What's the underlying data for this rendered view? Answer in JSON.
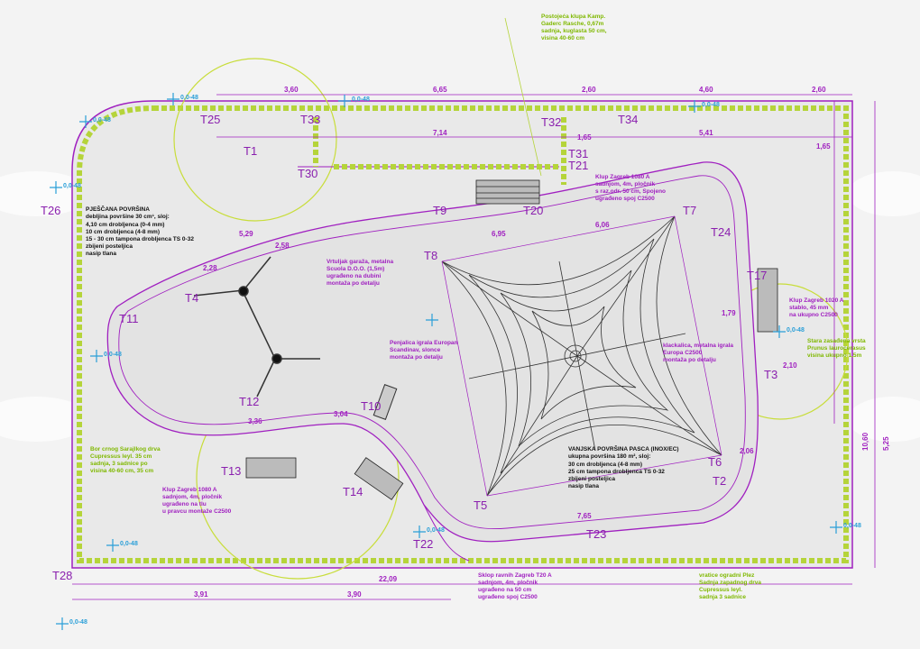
{
  "colors": {
    "boundary": "#a020c0",
    "hedge": "#b5d43a",
    "level": "#2a9fd8",
    "net": "#333333",
    "background": "#f3f3f3"
  },
  "tags": {
    "t1": "T1",
    "t2": "T2",
    "t3": "T3",
    "t4": "T4",
    "t5": "T5",
    "t6": "T6",
    "t7": "T7",
    "t8": "T8",
    "t9": "T9",
    "t10": "T10",
    "t11": "T11",
    "t12": "T12",
    "t13": "T13",
    "t14": "T14",
    "t17": "T17",
    "t20": "T20",
    "t21": "T21",
    "t22": "T22",
    "t23": "T23",
    "t24": "T24",
    "t25": "T25",
    "t26": "T26",
    "t28": "T28",
    "t30": "T30",
    "t31": "T31",
    "t32": "T32",
    "t33": "T33",
    "t34": "T34"
  },
  "dimensions": {
    "top": [
      "3,60",
      "6,65",
      "2,60",
      "4,60",
      "2,60"
    ],
    "inner_top": [
      "7,14",
      "5,41",
      "1,65"
    ],
    "bottom": [
      "22,09",
      "3,91",
      "3,90"
    ],
    "right": [
      "10,60",
      "5,25",
      "1,65"
    ],
    "misc": [
      "2,58",
      "2,28",
      "5,29",
      "6,06",
      "2,10",
      "3,36",
      "3,04",
      "7,65",
      "1,79",
      "2,06",
      "6,95"
    ]
  },
  "levels": [
    "0,0-48",
    "0,0-48",
    "0,0-48",
    "0,0-48",
    "0,0-48",
    "0,0-48",
    "0,0-48",
    "0,0-48",
    "0,0-48",
    "0,0-48",
    "0,0-48"
  ],
  "legend_sand": {
    "title": "PJEŠČANA POVRŠINA",
    "subtitle": "debljina površine 30 cm¹, sloj:",
    "items": [
      "4,10 cm drobljenca (0-4 mm)",
      "10 cm drobljenca (4-8 mm)",
      "15 - 30 cm tampona drobljenca TS 0-32",
      "zbijeni posteljica",
      "nasip tlana"
    ]
  },
  "legend_rubber": {
    "title": "VANJSKA POVRŠINA PASCA (INOX/EC)",
    "subtitle": "ukupna površina 180 m², sloj:",
    "items": [
      "30 cm drobljenca (4-8 mm)",
      "25 cm tampona drobljenca TS 0-32",
      "zbijeni posteljica",
      "nasip tlana"
    ]
  },
  "notes": {
    "top_green": [
      "Postojeća klupa Kamp.",
      "Gaderc Rasche, 0,67m",
      "sadnja, kuglasta 50 cm,",
      "visina 40-60 cm"
    ],
    "left_green": [
      "Bor crnog Sarajlkog drva",
      "Cupressus leyl. 35 cm",
      "sadnja, 3 sadnice po",
      "visina 40-60 cm, 35 cm"
    ],
    "right_green": [
      "Stara zasađena vrsta",
      "Prunus laurocerasus",
      "visina ukupno 1,5m"
    ],
    "bottom_green": [
      "vratice ogradni Plez",
      "Sadnja zapadnog drva",
      "Cupressus leyl.",
      "sadnja 3 sadnice"
    ],
    "top_purple": [
      "Klup Zagreb 1080 A",
      "sadnjom, 4m, pločnik",
      "s raz.odr. 50 cm, Spojeno",
      "ugrađeno spoj C2500"
    ],
    "mid_purple": [
      "Vrtuljak garaža, metalna",
      "Scuola D.O.O. (1,5m)",
      "ugrađeno na dubini",
      "montaža po detalju"
    ],
    "center_purple": [
      "Penjalica igrala Europan",
      "Scandinav, slonce",
      "montaža po detalju"
    ],
    "right_purple": [
      "Klup Zagreb 1020 A",
      "stablo, 45 mm",
      "na ukupno C2500"
    ],
    "slide_purple": [
      "klackalica, metalna igrala",
      "Europa C2500",
      "montaža po detalju"
    ],
    "bottom_purple": [
      "Sklop ravnih Zagreb T20 A",
      "sadnjom, 4m, pločnik",
      "ugrađeno na 50 cm",
      "ugrađeno spoj C2500"
    ],
    "left_purple": [
      "Klup Zagreb 1080 A",
      "sadnjom, 4m, pločnik",
      "ugrađeno na tlu",
      "u pravcu montaže C2500"
    ]
  }
}
